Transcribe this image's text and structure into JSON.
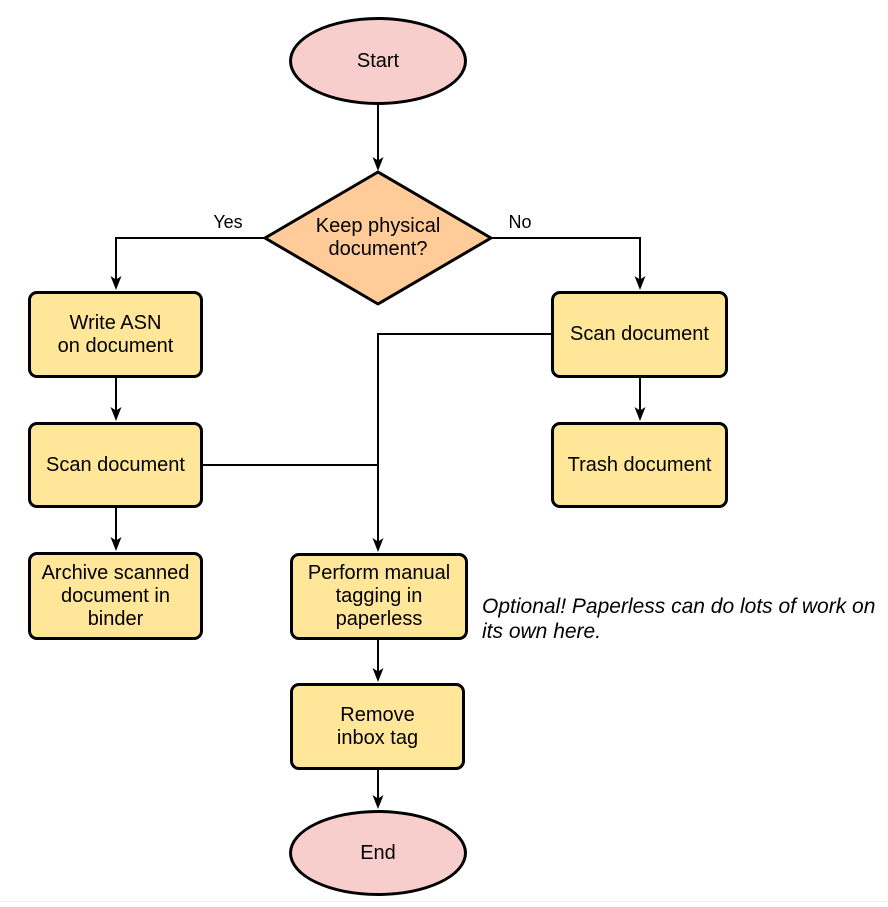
{
  "diagram": {
    "nodes": {
      "start": {
        "type": "terminator",
        "label": "Start"
      },
      "decision": {
        "type": "decision",
        "label": "Keep physical\ndocument?"
      },
      "write_asn": {
        "type": "process",
        "label": "Write ASN\non document"
      },
      "scan_left": {
        "type": "process",
        "label": "Scan document"
      },
      "archive": {
        "type": "process",
        "label": "Archive scanned\ndocument in\nbinder"
      },
      "scan_right": {
        "type": "process",
        "label": "Scan document"
      },
      "trash": {
        "type": "process",
        "label": "Trash document"
      },
      "tagging": {
        "type": "process",
        "label": "Perform manual\ntagging in\npaperless"
      },
      "remove_inbox": {
        "type": "process",
        "label": "Remove\ninbox tag"
      },
      "end": {
        "type": "terminator",
        "label": "End"
      }
    },
    "edge_labels": {
      "yes": "Yes",
      "no": "No"
    },
    "note": "Optional! Paperless can do lots of work on\nits own here.",
    "colors": {
      "terminator_fill": "#F8CECC",
      "decision_fill": "#FFCC99",
      "process_fill": "#FFE699",
      "stroke": "#000000",
      "background": "#FFFFFF"
    }
  }
}
